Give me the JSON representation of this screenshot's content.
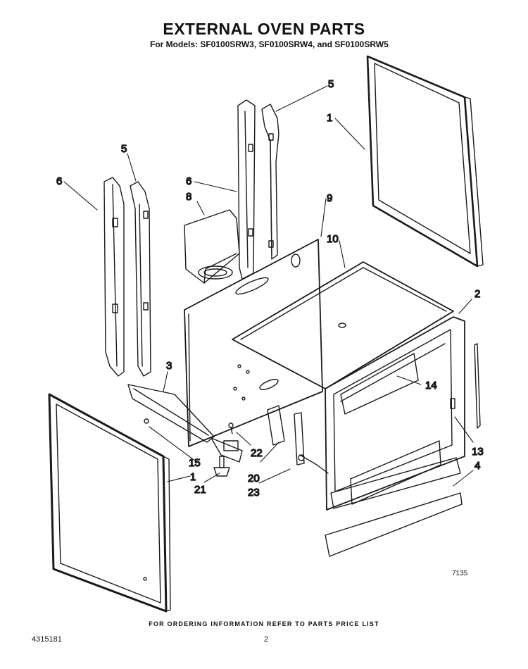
{
  "header": {
    "title": "EXTERNAL OVEN PARTS",
    "subtitle": "For Models: SF0100SRW3, SF0100SRW4, and  SF0100SRW5"
  },
  "callouts": [
    {
      "id": "c1a",
      "label": "1"
    },
    {
      "id": "c1b",
      "label": "1"
    },
    {
      "id": "c2",
      "label": "2"
    },
    {
      "id": "c3",
      "label": "3"
    },
    {
      "id": "c4",
      "label": "4"
    },
    {
      "id": "c5a",
      "label": "5"
    },
    {
      "id": "c5b",
      "label": "5"
    },
    {
      "id": "c6a",
      "label": "6"
    },
    {
      "id": "c6b",
      "label": "6"
    },
    {
      "id": "c8",
      "label": "8"
    },
    {
      "id": "c9",
      "label": "9"
    },
    {
      "id": "c10",
      "label": "10"
    },
    {
      "id": "c13",
      "label": "13"
    },
    {
      "id": "c14",
      "label": "14"
    },
    {
      "id": "c15",
      "label": "15"
    },
    {
      "id": "c20",
      "label": "20"
    },
    {
      "id": "c21",
      "label": "21"
    },
    {
      "id": "c22",
      "label": "22"
    },
    {
      "id": "c23",
      "label": "23"
    }
  ],
  "figure_number": "7135",
  "footer": {
    "note": "FOR ORDERING INFORMATION REFER TO PARTS PRICE LIST",
    "doc_number": "4315181",
    "page_number": "2"
  }
}
